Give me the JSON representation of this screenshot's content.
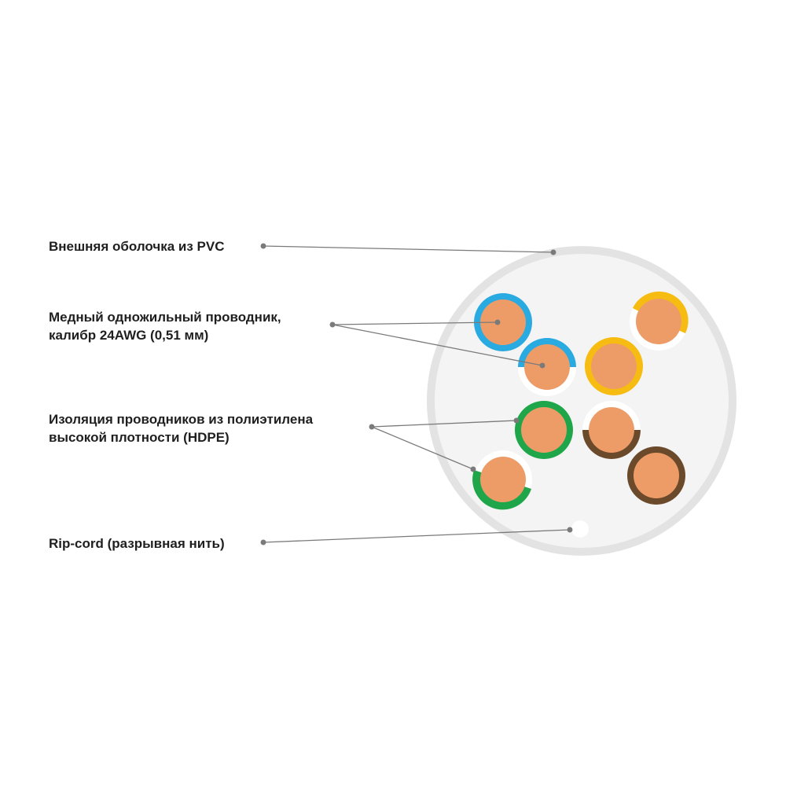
{
  "labels": {
    "jacket": "Внешняя оболочка из PVC",
    "conductor_line1": "Медный одножильный проводник,",
    "conductor_line2": "калибр 24AWG (0,51 мм)",
    "insulation_line1": "Изоляция проводников из полиэтилена",
    "insulation_line2": "высокой плотности (HDPE)",
    "ripcord": "Rip-cord (разрывная нить)"
  },
  "colors": {
    "jacket_ring": "#e3e3e3",
    "jacket_fill": "#f4f4f4",
    "copper": "#ed9c68",
    "blue": "#29aae1",
    "orange_yellow": "#f6bc12",
    "green": "#1fa64a",
    "brown": "#6b4a2c",
    "white_insulation": "#ffffff",
    "leader_line": "#7a7a7a",
    "text": "#1f1f1f"
  },
  "pairs": [
    "blue",
    "orange",
    "green",
    "brown"
  ]
}
